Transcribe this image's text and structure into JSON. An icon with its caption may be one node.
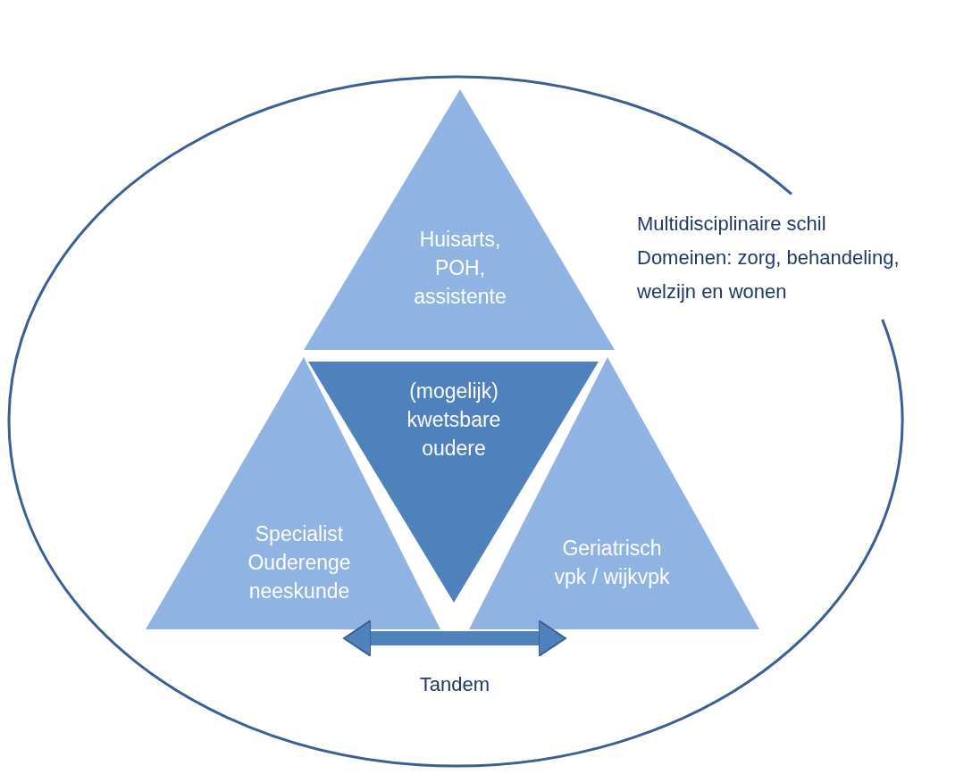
{
  "diagram": {
    "nodes": [
      {
        "text": [
          "Multidisciplinaire schil",
          "Domeinen: zorg, behandeling, welzijn en wonen"
        ]
      },
      {
        "text": [
          "Huisarts, POH, assistente"
        ],
        "in": 0
      },
      {
        "text": [
          "(mogelijk) kwetsbare oudere"
        ],
        "in": 0
      },
      {
        "text": [
          "Specialist Ouderenge neeskunde"
        ],
        "in": 0
      },
      {
        "text": [
          "Geriatrisch vpk / wijkvpk"
        ],
        "in": 0
      }
    ],
    "edges": [
      {
        "from": 3,
        "to": 4,
        "arrow": "both",
        "label": "Tandem"
      }
    ]
  }
}
